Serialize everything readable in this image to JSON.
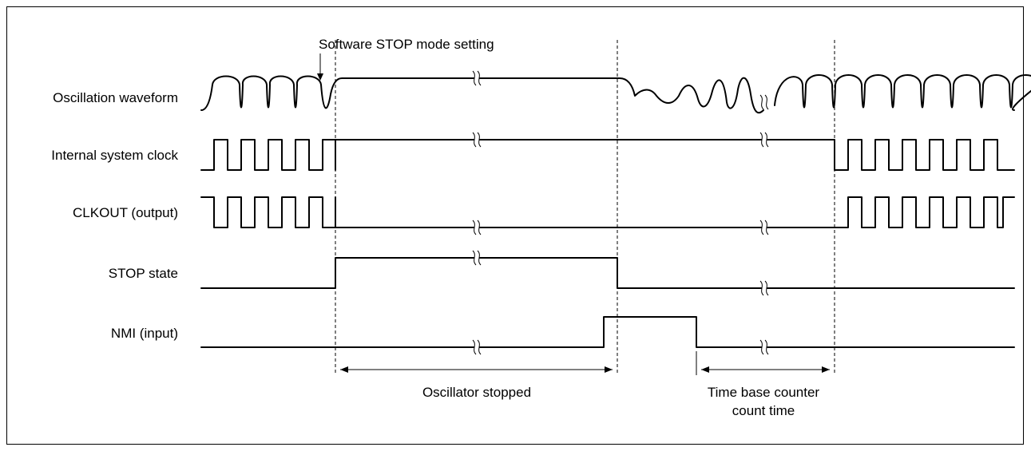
{
  "diagram": {
    "signals": [
      {
        "id": "osc",
        "label": "Oscillation waveform"
      },
      {
        "id": "sysclk",
        "label": "Internal system clock"
      },
      {
        "id": "clkout",
        "label": "CLKOUT (output)"
      },
      {
        "id": "stop",
        "label": "STOP state"
      },
      {
        "id": "nmi",
        "label": "NMI (input)"
      }
    ],
    "annotations": {
      "stop_setting": "Software STOP mode setting",
      "osc_stopped": "Oscillator stopped",
      "tbc_line1": "Time base counter",
      "tbc_line2": "count time"
    }
  }
}
